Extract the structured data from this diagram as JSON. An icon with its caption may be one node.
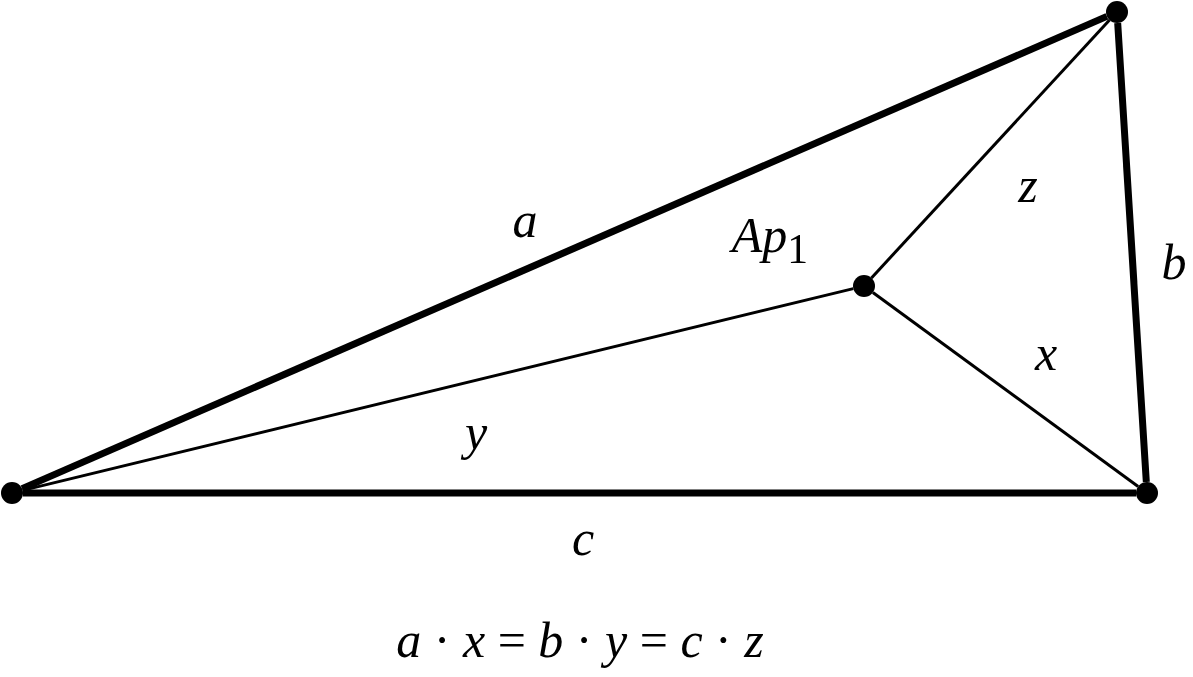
{
  "diagram": {
    "caption": "*a* · *x* = *b* · *y* = *c* · *z*",
    "nodes": [
      {
        "text": [],
        "shape": "circle"
      },
      {
        "text": [],
        "shape": "circle"
      },
      {
        "text": [],
        "shape": "circle"
      },
      {
        "text": [],
        "shape": "circle",
        "beside": [
          "*Ap*$_{1}$"
        ]
      }
    ],
    "edges": [
      {
        "from": 0,
        "to": 1,
        "arrow": "none",
        "label": "a",
        "style": "thick"
      },
      {
        "from": 1,
        "to": 2,
        "arrow": "none",
        "label": "b",
        "style": "thick"
      },
      {
        "from": 0,
        "to": 2,
        "arrow": "none",
        "label": "c",
        "style": "thick"
      },
      {
        "from": 3,
        "to": 1,
        "arrow": "none",
        "label": "z"
      },
      {
        "from": 3,
        "to": 2,
        "arrow": "none",
        "label": "x"
      },
      {
        "from": 0,
        "to": 3,
        "arrow": "none",
        "label": "y"
      }
    ]
  }
}
